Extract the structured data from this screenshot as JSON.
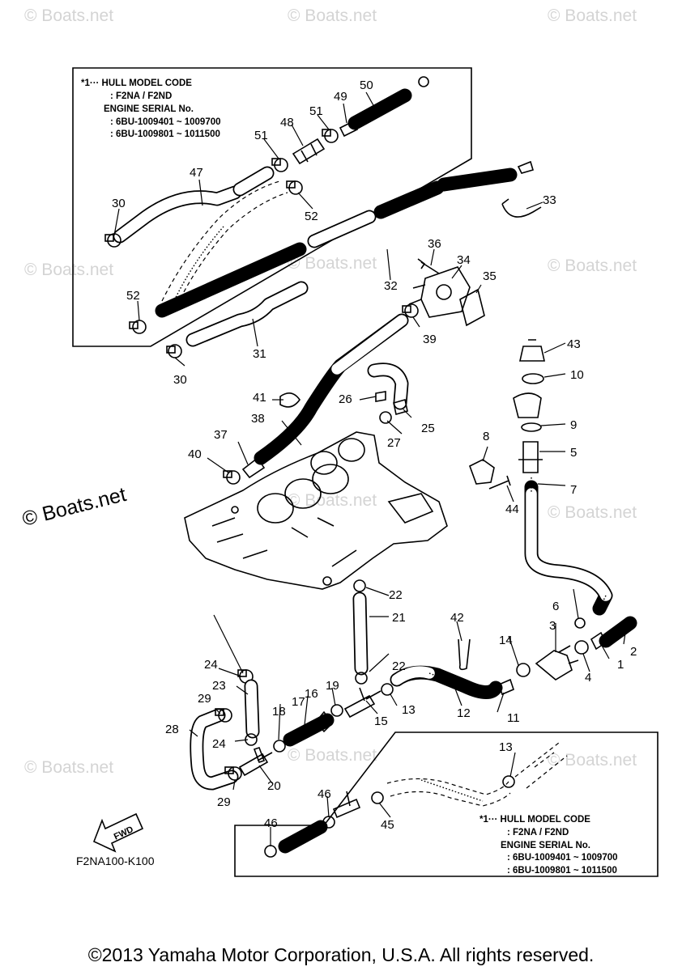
{
  "watermark": "© Boats.net",
  "note_top": {
    "line1": "*1··· HULL MODEL CODE",
    "line2": ": F2NA / F2ND",
    "line3": "ENGINE SERIAL No.",
    "line4": ": 6BU-1009401 ~ 1009700",
    "line5": ": 6BU-1009801 ~ 1011500"
  },
  "note_bottom": {
    "line1": "*1··· HULL MODEL CODE",
    "line2": ": F2NA / F2ND",
    "line3": "ENGINE SERIAL No.",
    "line4": ": 6BU-1009401 ~ 1009700",
    "line5": ": 6BU-1009801 ~ 1011500"
  },
  "fwd_label": "FWD",
  "diagram_code": "F2NA100-K100",
  "copyright": "©2013 Yamaha Motor Corporation, U.S.A. All rights reserved.",
  "callouts": [
    "1",
    "2",
    "3",
    "4",
    "5",
    "6",
    "7",
    "8",
    "9",
    "10",
    "11",
    "12",
    "13",
    "14",
    "15",
    "16",
    "17",
    "18",
    "19",
    "20",
    "21",
    "22",
    "23",
    "24",
    "25",
    "26",
    "27",
    "28",
    "29",
    "30",
    "31",
    "32",
    "33",
    "34",
    "35",
    "36",
    "37",
    "38",
    "39",
    "40",
    "41",
    "42",
    "43",
    "44",
    "45",
    "46",
    "47",
    "48",
    "49",
    "50",
    "51",
    "52"
  ]
}
